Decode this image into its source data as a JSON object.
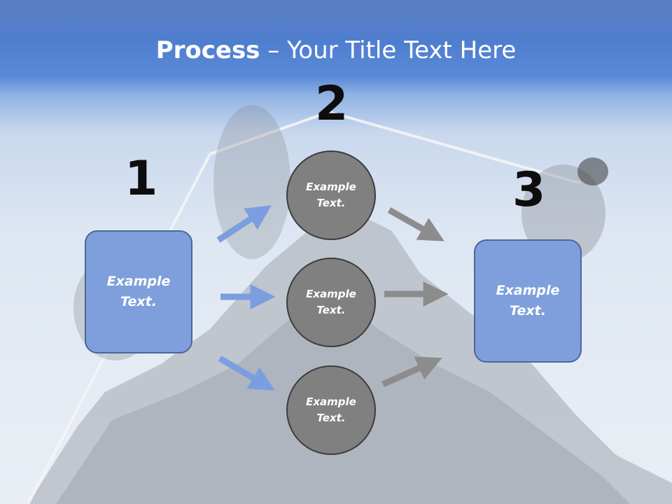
{
  "title": {
    "bold": "Process",
    "rest": " – Your Title Text Here"
  },
  "steps": {
    "n1": "1",
    "n2": "2",
    "n3": "3"
  },
  "left_box": {
    "text": "Example Text."
  },
  "right_box": {
    "text": "Example Text."
  },
  "circles": [
    {
      "text": "Example Text."
    },
    {
      "text": "Example Text."
    },
    {
      "text": "Example Text."
    }
  ],
  "colors": {
    "box_fill": "#7e9fdb",
    "circle_fill": "#808080",
    "blue_arrow": "#7b9ee0",
    "gray_arrow": "#8c8c8c"
  }
}
